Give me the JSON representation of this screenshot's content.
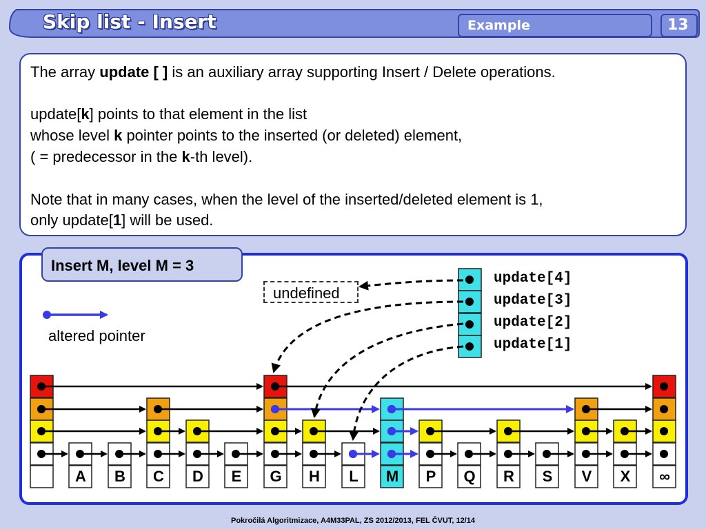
{
  "header": {
    "title": "Skip list - Insert",
    "example_label": "Example",
    "page_number": "13"
  },
  "intro": {
    "line1": {
      "a": "The array ",
      "b": "update [ ]",
      "c": " is an auxiliary array supporting Insert / Delete operations."
    },
    "line2": {
      "a": "update[",
      "b": "k",
      "c": "] points to that element in the list"
    },
    "line3": {
      "a": "whose level ",
      "b": "k",
      "c": " pointer points to the inserted (or deleted) element,"
    },
    "line4": {
      "a": "( = predecessor in the ",
      "b": "k",
      "c": "-th level)."
    },
    "line5": "Note that in many cases, when the level of the inserted/deleted element is 1,",
    "line6": {
      "a": "only update[",
      "b": "1",
      "c": "] will be used."
    }
  },
  "diagram": {
    "insert_label": "Insert M,  level M = 3",
    "undefined_label": "undefined",
    "legend_label": "altered pointer",
    "update_labels": [
      "update[4]",
      "update[3]",
      "update[2]",
      "update[1]"
    ],
    "keys": [
      "A",
      "B",
      "C",
      "D",
      "E",
      "G",
      "H",
      "L",
      "M",
      "P",
      "Q",
      "R",
      "S",
      "V",
      "X",
      "∞"
    ],
    "colors": {
      "level4": "#e8140c",
      "level3": "#f0a010",
      "level2": "#f8f000",
      "level1": "#ffffff",
      "inserted": "#40e0e8",
      "altered": "#3a3ae8"
    }
  },
  "footer": "Pokročilá Algoritmizace, A4M33PAL, ZS 2012/2013, FEL ČVUT,  12/14"
}
